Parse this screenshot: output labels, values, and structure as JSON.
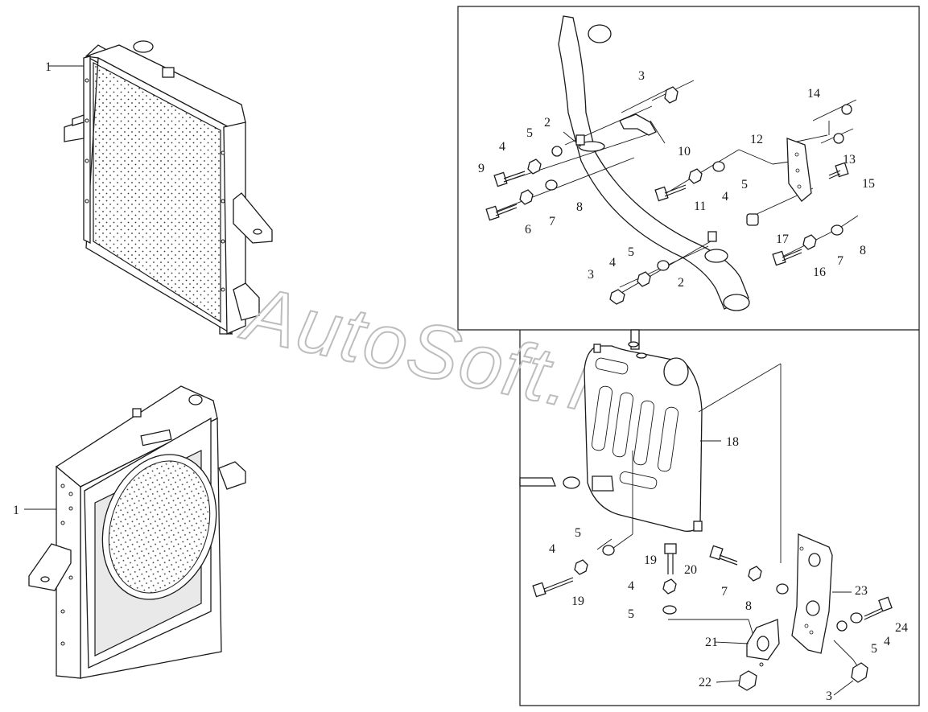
{
  "watermark": "AutoSoft.ru",
  "callouts": {
    "radiator_top": "1",
    "radiator_bottom": "1",
    "p3a": "3",
    "p14": "14",
    "p2a": "2",
    "p5a": "5",
    "p12": "12",
    "p4a": "4",
    "p10": "10",
    "p13": "13",
    "p9": "9",
    "p15": "15",
    "p5b": "5",
    "p4b": "4",
    "p11": "11",
    "p8a": "8",
    "p7a": "7",
    "p6": "6",
    "p17": "17",
    "p8b": "8",
    "p5c": "5",
    "p7b": "7",
    "p4c": "4",
    "p16": "16",
    "p3b": "3",
    "p2b": "2",
    "p18": "18",
    "p5d": "5",
    "p4d": "4",
    "p19a": "19",
    "p20": "20",
    "p19b": "19",
    "p7c": "7",
    "p23": "23",
    "p4e": "4",
    "p8c": "8",
    "p5e": "5",
    "p24": "24",
    "p4f": "4",
    "p5f": "5",
    "p21": "21",
    "p22": "22",
    "p3c": "3"
  }
}
